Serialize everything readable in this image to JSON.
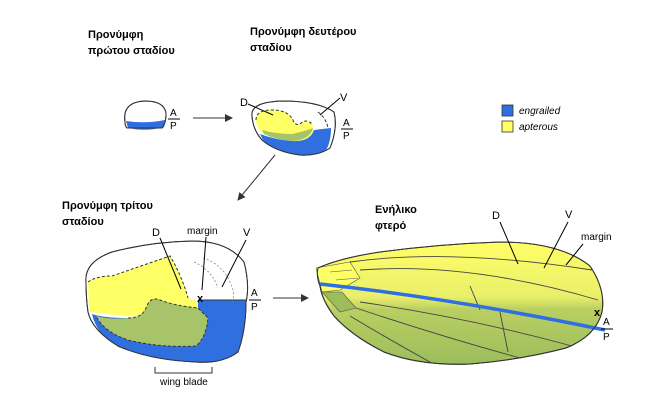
{
  "stages": {
    "first": [
      "Προνύμφη",
      "πρώτου σταδίου"
    ],
    "second": [
      "Προνύμφη δευτέρου",
      "σταδίου"
    ],
    "third": [
      "Προνύμφη τρίτου",
      "σταδίου"
    ],
    "adult": [
      "Ενήλικο",
      "φτερό"
    ]
  },
  "legend": {
    "engrailed": {
      "label": "engrailed",
      "color": "#2f6fe0"
    },
    "apterous": {
      "label": "apterous",
      "color": "#ffff66"
    }
  },
  "labels": {
    "dorsal": "D",
    "ventral": "V",
    "margin": "margin",
    "boundary_x": "x",
    "wing_blade": "wing blade",
    "anterior": "A",
    "posterior": "P"
  },
  "colors": {
    "blue": "#2f6fe0",
    "yellow": "#ffff66",
    "green": "#a8c46a",
    "line": "#333333"
  }
}
